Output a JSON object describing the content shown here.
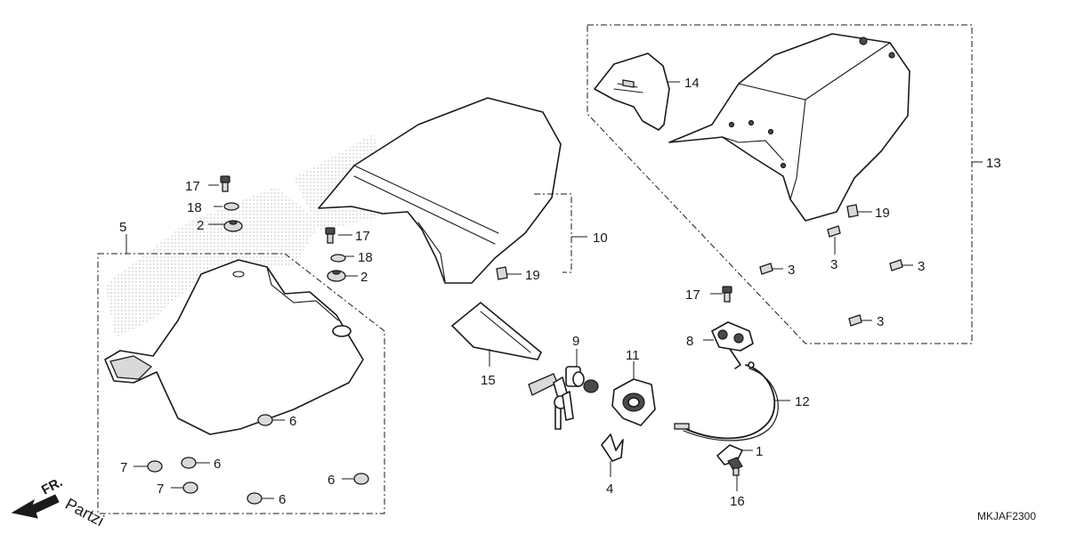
{
  "callouts": {
    "c1": "1",
    "c2a": "2",
    "c2b": "2",
    "c3a": "3",
    "c3b": "3",
    "c3c": "3",
    "c3d": "3",
    "c4": "4",
    "c5": "5",
    "c6a": "6",
    "c6b": "6",
    "c6c": "6",
    "c6d": "6",
    "c7a": "7",
    "c7b": "7",
    "c8": "8",
    "c9": "9",
    "c10": "10",
    "c11": "11",
    "c12": "12",
    "c13": "13",
    "c14": "14",
    "c15": "15",
    "c16": "16",
    "c17a": "17",
    "c17b": "17",
    "c17c": "17",
    "c18a": "18",
    "c18b": "18",
    "c19a": "19",
    "c19b": "19"
  },
  "diagram_code": "MKJAF2300",
  "orientation_label": "FR.",
  "watermark": "Partzi"
}
